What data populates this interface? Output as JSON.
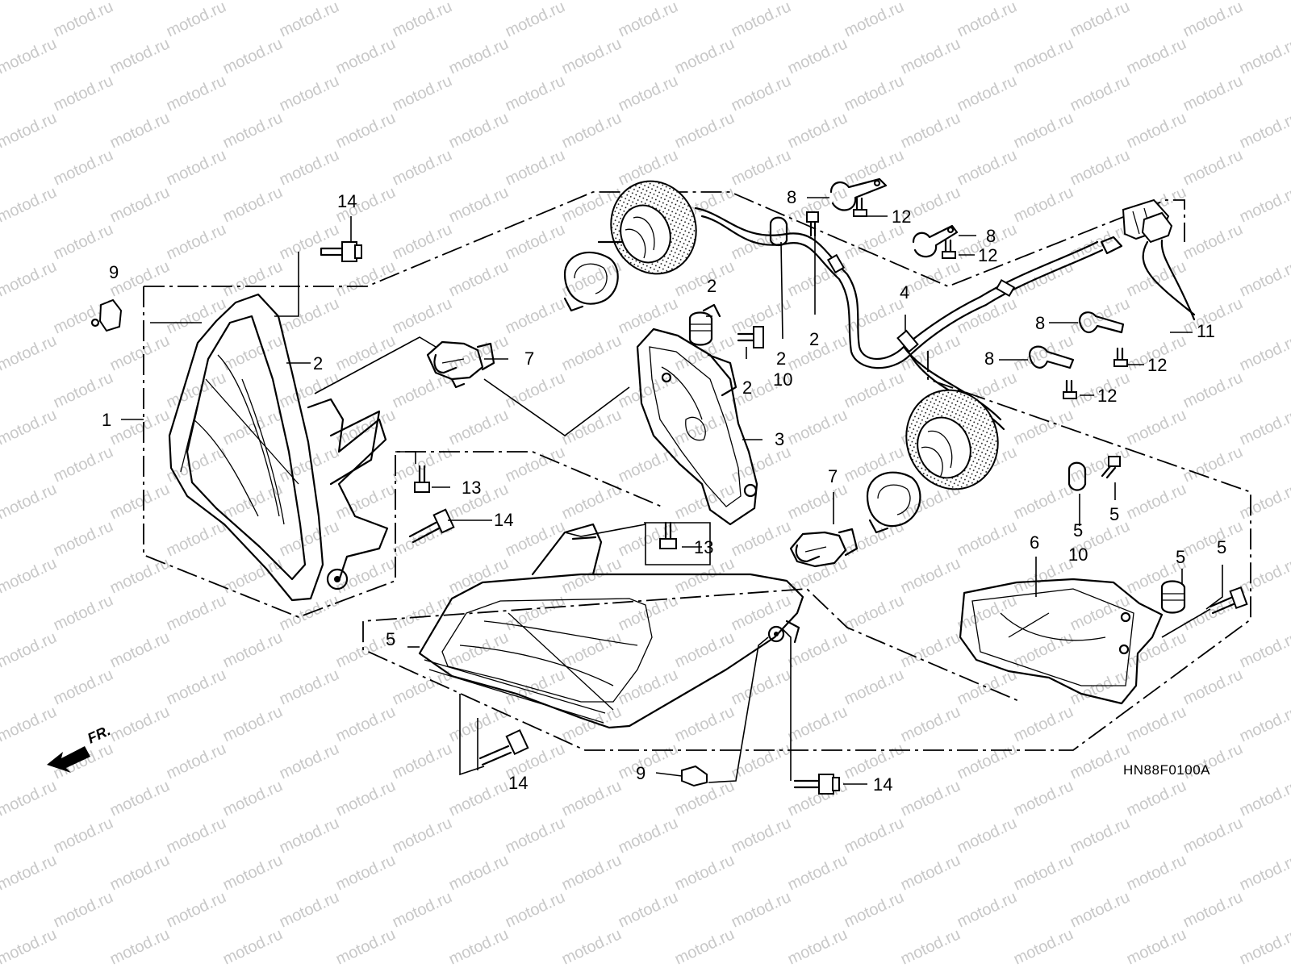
{
  "diagram": {
    "watermark": "motod.ru",
    "diagram_code": "HN88F0100A",
    "direction_label": "FR.",
    "callouts": [
      {
        "id": "c1",
        "text": "1"
      },
      {
        "id": "c2a",
        "text": "2"
      },
      {
        "id": "c2b",
        "text": "2"
      },
      {
        "id": "c2c",
        "text": "2"
      },
      {
        "id": "c2d",
        "text": "2"
      },
      {
        "id": "c2e",
        "text": "2"
      },
      {
        "id": "c3",
        "text": "3"
      },
      {
        "id": "c4",
        "text": "4"
      },
      {
        "id": "c5a",
        "text": "5"
      },
      {
        "id": "c5b",
        "text": "5"
      },
      {
        "id": "c5c",
        "text": "5"
      },
      {
        "id": "c5d",
        "text": "5"
      },
      {
        "id": "c5e",
        "text": "5"
      },
      {
        "id": "c6",
        "text": "6"
      },
      {
        "id": "c7a",
        "text": "7"
      },
      {
        "id": "c7b",
        "text": "7"
      },
      {
        "id": "c8a",
        "text": "8"
      },
      {
        "id": "c8b",
        "text": "8"
      },
      {
        "id": "c8c",
        "text": "8"
      },
      {
        "id": "c8d",
        "text": "8"
      },
      {
        "id": "c9a",
        "text": "9"
      },
      {
        "id": "c9b",
        "text": "9"
      },
      {
        "id": "c10a",
        "text": "10"
      },
      {
        "id": "c10b",
        "text": "10"
      },
      {
        "id": "c11",
        "text": "11"
      },
      {
        "id": "c12a",
        "text": "12"
      },
      {
        "id": "c12b",
        "text": "12"
      },
      {
        "id": "c12c",
        "text": "12"
      },
      {
        "id": "c12d",
        "text": "12"
      },
      {
        "id": "c13a",
        "text": "13"
      },
      {
        "id": "c13b",
        "text": "13"
      },
      {
        "id": "c14a",
        "text": "14"
      },
      {
        "id": "c14b",
        "text": "14"
      },
      {
        "id": "c14c",
        "text": "14"
      },
      {
        "id": "c14d",
        "text": "14"
      }
    ]
  }
}
